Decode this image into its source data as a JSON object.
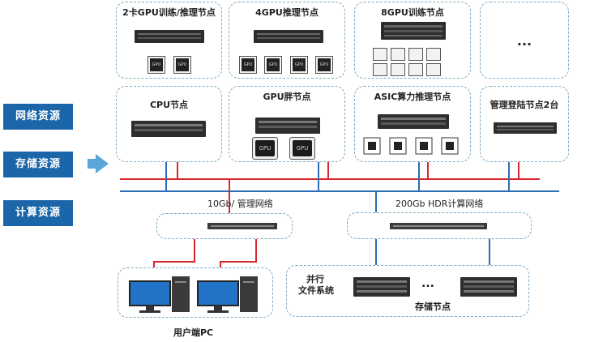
{
  "side_buttons": [
    "网络资源",
    "存储资源",
    "计算资源"
  ],
  "nodes": {
    "gpu_train_2card": "2卡GPU训练/推理节点",
    "gpu4_infer": "4GPU推理节点",
    "gpu8_train": "8GPU训练节点",
    "more": "...",
    "cpu": "CPU节点",
    "gpu_fat": "GPU胖节点",
    "asic": "ASIC算力推理节点",
    "mgmt_login": "管理登陆节点2台"
  },
  "gpu_chip_label": "GPU",
  "networks": {
    "mgmt": "10Gb/ 管理网络",
    "hdr": "200Gb HDR计算网络"
  },
  "storage": {
    "fs_line1": "并行",
    "fs_line2": "文件系统",
    "dots": "...",
    "node_label": "存储节点"
  },
  "user_pc": "用户端PC",
  "colors": {
    "button_blue": "#1b66a8",
    "red_line": "#d9272e",
    "blue_line": "#2b6eb5",
    "dashed_border": "#7fa9c4"
  }
}
